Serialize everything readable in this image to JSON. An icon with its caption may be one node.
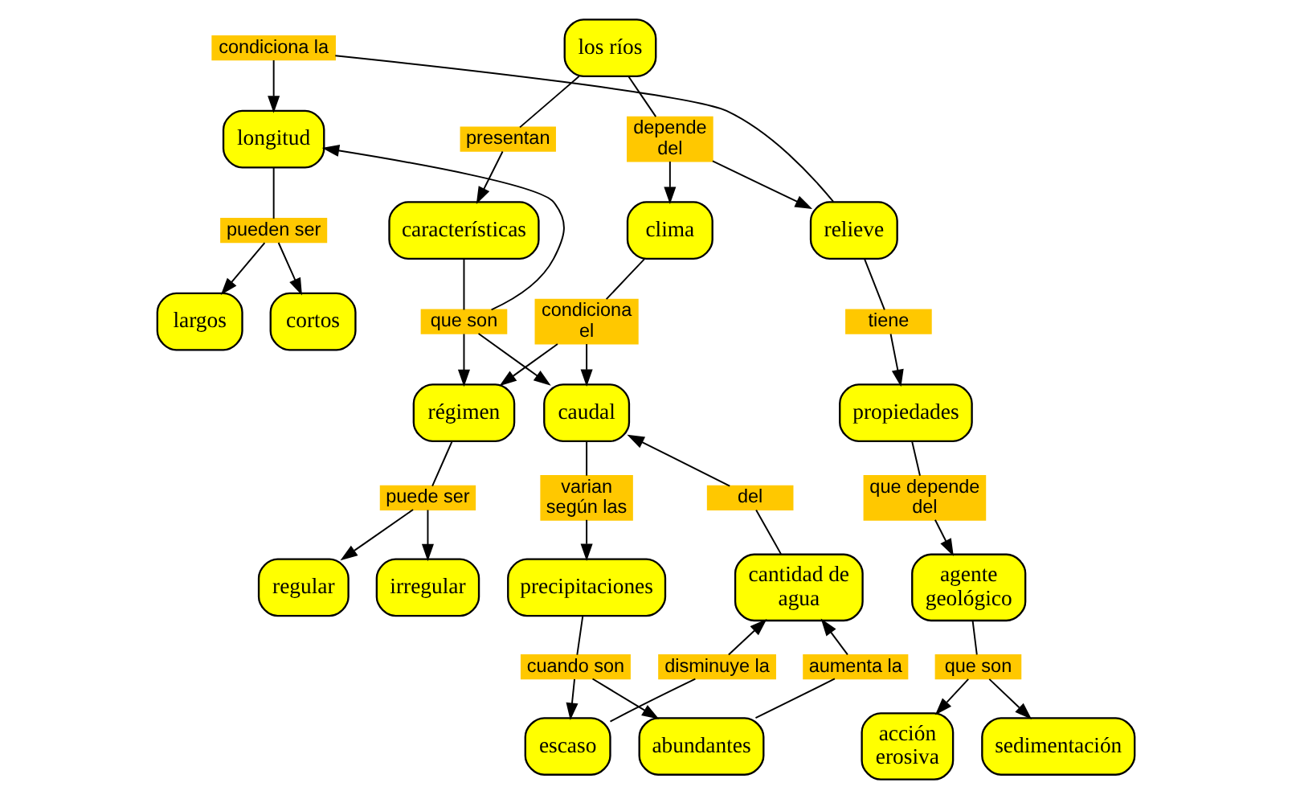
{
  "diagram": {
    "nodes": [
      {
        "text": [
          "condiciona la"
        ]
      },
      {
        "text": [
          "los ríos"
        ]
      },
      {
        "text": [
          "presentan"
        ]
      },
      {
        "text": [
          "longitud"
        ]
      },
      {
        "text": [
          "características"
        ]
      },
      {
        "text": [
          "depende del"
        ]
      },
      {
        "text": [
          "régimen"
        ]
      },
      {
        "text": [
          "relieve"
        ]
      },
      {
        "text": [
          "que son"
        ]
      },
      {
        "text": [
          "pueden ser"
        ]
      },
      {
        "text": [
          "cortos"
        ]
      },
      {
        "text": [
          "largos"
        ]
      },
      {
        "text": [
          "condiciona el"
        ]
      },
      {
        "text": [
          "caudal"
        ]
      },
      {
        "text": [
          "clima"
        ]
      },
      {
        "text": [
          "varian según las"
        ]
      },
      {
        "text": [
          "puede ser"
        ]
      },
      {
        "text": [
          "tiene"
        ]
      },
      {
        "text": [
          "del"
        ]
      },
      {
        "text": [
          "precipitaciones"
        ]
      },
      {
        "text": [
          "propiedades"
        ]
      },
      {
        "text": [
          "irregular"
        ]
      },
      {
        "text": [
          "cantidad de agua"
        ]
      },
      {
        "text": [
          "regular"
        ]
      },
      {
        "text": [
          "que depende del"
        ]
      },
      {
        "text": [
          "cuando son"
        ]
      },
      {
        "text": [
          "agente geológico"
        ]
      },
      {
        "text": [
          "disminuye la"
        ]
      },
      {
        "text": [
          "aumenta la"
        ]
      },
      {
        "text": [
          "escaso"
        ]
      },
      {
        "text": [
          "abundantes"
        ]
      },
      {
        "text": [
          "que son"
        ]
      },
      {
        "text": [
          "acción erosiva"
        ]
      },
      {
        "text": [
          "sedimentación"
        ]
      }
    ],
    "edges": [
      {
        "from": 7,
        "to": 0,
        "arrow": "none"
      },
      {
        "from": 0,
        "to": 3,
        "arrow": "to"
      },
      {
        "from": 1,
        "to": 2,
        "arrow": "none"
      },
      {
        "from": 2,
        "to": 4,
        "arrow": "to"
      },
      {
        "from": 1,
        "to": 5,
        "arrow": "none"
      },
      {
        "from": 5,
        "to": 7,
        "arrow": "to"
      },
      {
        "from": 5,
        "to": 14,
        "arrow": "to"
      },
      {
        "from": 14,
        "to": 12,
        "arrow": "none"
      },
      {
        "from": 12,
        "to": 6,
        "arrow": "to"
      },
      {
        "from": 12,
        "to": 13,
        "arrow": "to"
      },
      {
        "from": 4,
        "to": 8,
        "arrow": "none"
      },
      {
        "from": 8,
        "to": 6,
        "arrow": "to"
      },
      {
        "from": 8,
        "to": 13,
        "arrow": "to"
      },
      {
        "from": 8,
        "to": 3,
        "arrow": "to"
      },
      {
        "from": 3,
        "to": 9,
        "arrow": "none"
      },
      {
        "from": 9,
        "to": 10,
        "arrow": "to"
      },
      {
        "from": 9,
        "to": 11,
        "arrow": "to"
      },
      {
        "from": 6,
        "to": 16,
        "arrow": "none"
      },
      {
        "from": 16,
        "to": 21,
        "arrow": "to"
      },
      {
        "from": 16,
        "to": 23,
        "arrow": "to"
      },
      {
        "from": 13,
        "to": 15,
        "arrow": "none"
      },
      {
        "from": 15,
        "to": 19,
        "arrow": "to"
      },
      {
        "from": 22,
        "to": 18,
        "arrow": "none"
      },
      {
        "from": 18,
        "to": 13,
        "arrow": "to"
      },
      {
        "from": 19,
        "to": 25,
        "arrow": "none"
      },
      {
        "from": 25,
        "to": 30,
        "arrow": "to"
      },
      {
        "from": 25,
        "to": 29,
        "arrow": "to"
      },
      {
        "from": 30,
        "to": 28,
        "arrow": "none"
      },
      {
        "from": 28,
        "to": 22,
        "arrow": "to"
      },
      {
        "from": 29,
        "to": 27,
        "arrow": "none"
      },
      {
        "from": 27,
        "to": 22,
        "arrow": "to"
      },
      {
        "from": 7,
        "to": 17,
        "arrow": "none"
      },
      {
        "from": 17,
        "to": 20,
        "arrow": "to"
      },
      {
        "from": 20,
        "to": 24,
        "arrow": "none"
      },
      {
        "from": 24,
        "to": 26,
        "arrow": "to"
      },
      {
        "from": 26,
        "to": 31,
        "arrow": "none"
      },
      {
        "from": 31,
        "to": 32,
        "arrow": "to"
      },
      {
        "from": 31,
        "to": 33,
        "arrow": "to"
      }
    ]
  }
}
